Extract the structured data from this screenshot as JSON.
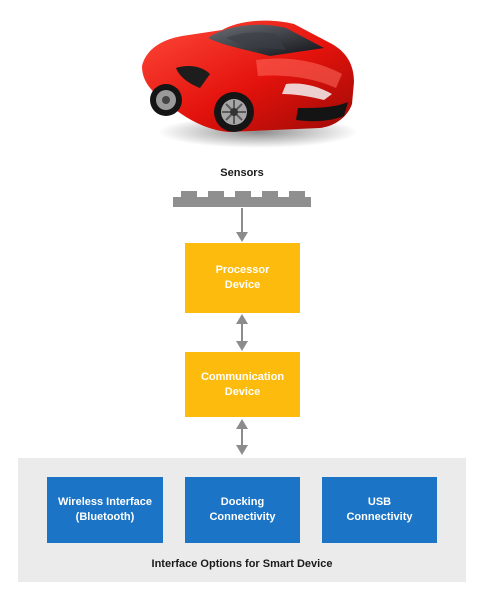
{
  "sensors": {
    "label": "Sensors",
    "icon": "sensor-array-icon"
  },
  "processor": {
    "label": "Processor\nDevice"
  },
  "communication": {
    "label": "Communication\nDevice"
  },
  "interface_options": {
    "caption": "Interface Options for Smart Device",
    "items": [
      {
        "label": "Wireless Interface\n(Bluetooth)"
      },
      {
        "label": "Docking\nConnectivity"
      },
      {
        "label": "USB\nConnectivity"
      }
    ]
  },
  "colors": {
    "yellow_box": "#fdbb0e",
    "blue_box": "#1b74c5",
    "panel_bg": "#ebebeb",
    "arrow": "#8c8c8c",
    "sensor": "#8f8f8f",
    "car": "#e3120c"
  }
}
